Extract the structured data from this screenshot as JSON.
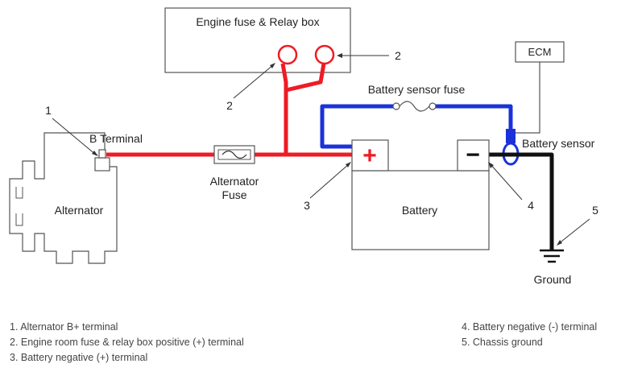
{
  "diagram": {
    "labels": {
      "fuse_relay_box": "Engine fuse & Relay box",
      "ecm": "ECM",
      "battery_sensor_fuse": "Battery sensor fuse",
      "battery_sensor": "Battery sensor",
      "b_terminal": "B Terminal",
      "alternator": "Alternator",
      "alternator_fuse_line1": "Alternator",
      "alternator_fuse_line2": "Fuse",
      "battery": "Battery",
      "ground": "Ground",
      "positive_sign": "+",
      "negative_sign": "−"
    },
    "callouts": [
      "1",
      "2",
      "2",
      "3",
      "4",
      "5"
    ]
  },
  "legend": {
    "left": [
      "1. Alternator B+ terminal",
      "2. Engine room fuse & relay box positive (+) terminal",
      "3. Battery negative (+) terminal"
    ],
    "right": [
      "4. Battery negative (-) terminal",
      "5. Chassis ground"
    ]
  },
  "colors": {
    "positive_wire": "#ee1c24",
    "sensor_wire": "#1a32d8",
    "ground_wire": "#111111",
    "outline": "#555555"
  }
}
